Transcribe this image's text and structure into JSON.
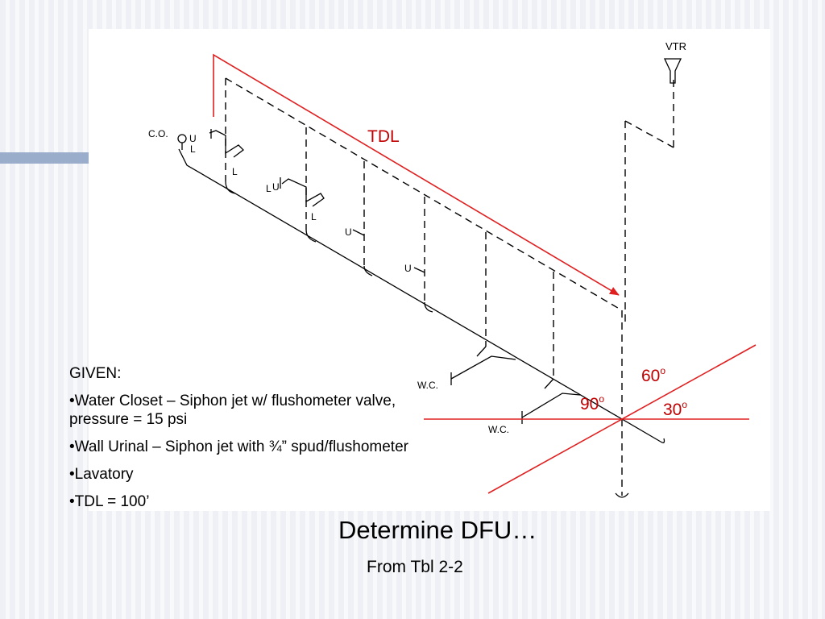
{
  "diagram": {
    "vent_label": "VTR",
    "cleanout_label": "C.O.",
    "lavatory_label": "L",
    "urinal_label": "U",
    "water_closet_label": "W.C.",
    "tdl_label": "TDL",
    "angles": {
      "a60": "60",
      "a90": "90",
      "a30": "30",
      "degree_mark": "o"
    },
    "colors": {
      "annotation": "#e02020",
      "label": "#c00000",
      "piping": "#000000"
    }
  },
  "given": {
    "heading": "GIVEN:",
    "items": [
      "•Water Closet – Siphon jet w/ flushometer valve, pressure = 15 psi",
      "•Wall Urinal – Siphon jet with ¾” spud/flushometer",
      "•Lavatory",
      "•TDL = 100’"
    ]
  },
  "title": "Determine DFU…",
  "subtitle": "From Tbl 2-2"
}
